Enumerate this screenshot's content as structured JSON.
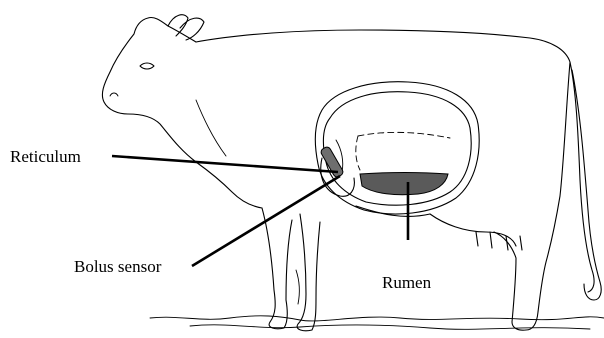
{
  "labels": {
    "reticulum": "Reticulum",
    "bolus_sensor": "Bolus sensor",
    "rumen": "Rumen"
  },
  "colors": {
    "outline": "#000000",
    "rumen_contents": "#5a5a5a",
    "sensor": "#6e6e6e",
    "background": "#ffffff"
  }
}
